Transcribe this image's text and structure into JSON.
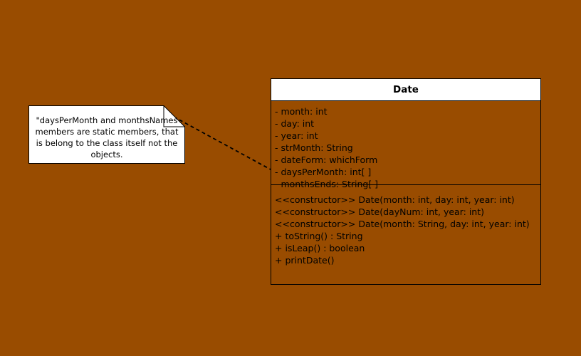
{
  "background_color": "#994c00",
  "note": {
    "text": "\"daysPerMonth and monthsNames members are static members, that is belong to the class itself not the objects."
  },
  "uml_class": {
    "name": "Date",
    "attributes": [
      "- month: int",
      "- day: int",
      "- year: int",
      "- strMonth: String",
      "- dateForm: whichForm",
      "- daysPerMonth: int[ ]",
      "- monthsEnds: String[ ]"
    ],
    "operations": [
      "<<constructor>> Date(month: int, day: int, year: int)",
      "<<constructor>> Date(dayNum: int, year: int)",
      "<<constructor>> Date(month: String, day: int, year: int)",
      "+ toString() : String",
      "+ isLeap() : boolean",
      "+ printDate()"
    ]
  }
}
